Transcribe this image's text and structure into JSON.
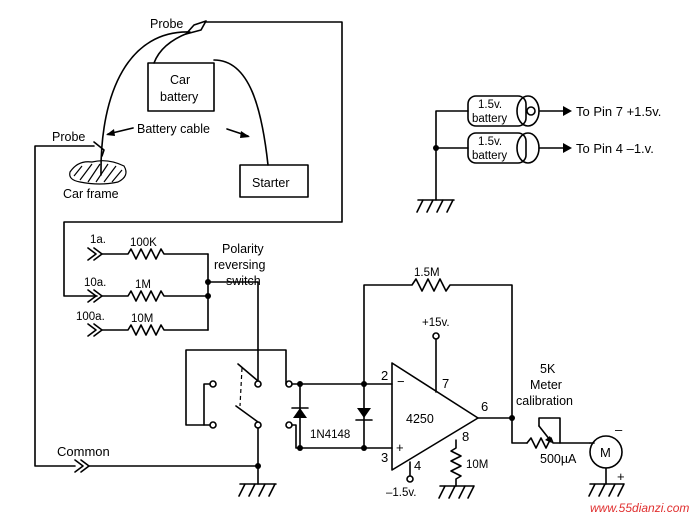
{
  "labels": {
    "probe_top": "Probe",
    "car_battery_l1": "Car",
    "car_battery_l2": "battery",
    "probe_left": "Probe",
    "battery_cable": "Battery cable",
    "car_frame": "Car frame",
    "starter": "Starter",
    "bat1_l1": "1.5v.",
    "bat1_l2": "battery",
    "bat2_l1": "1.5v.",
    "bat2_l2": "battery",
    "pin7": "To Pin 7 +1.5v.",
    "pin4": "To Pin 4 –1.v.",
    "range_1a": "1a.",
    "range_10a": "10a.",
    "range_100a": "100a.",
    "r_100k": "100K",
    "r_1m": "1M",
    "r_10m_left": "10M",
    "polarity_l1": "Polarity",
    "polarity_l2": "reversing",
    "polarity_l3": "switch",
    "r_feedback": "1.5M",
    "plus15": "+15v.",
    "pin2": "2",
    "pin3": "3",
    "pin7_num": "7",
    "pin6": "6",
    "pin4_num": "4",
    "pin8": "8",
    "minus_sign": "−",
    "plus_sign": "+",
    "opamp": "4250",
    "diode": "1N4148",
    "r_10m_right": "10M",
    "minus15": "–1.5v.",
    "common": "Common",
    "cal_l1": "5K",
    "cal_l2": "Meter",
    "cal_l3": "calibration",
    "meter_range": "500µA",
    "meter": "M",
    "meter_minus": "–",
    "meter_plus": "+",
    "watermark": "www.55dianzi.com"
  }
}
